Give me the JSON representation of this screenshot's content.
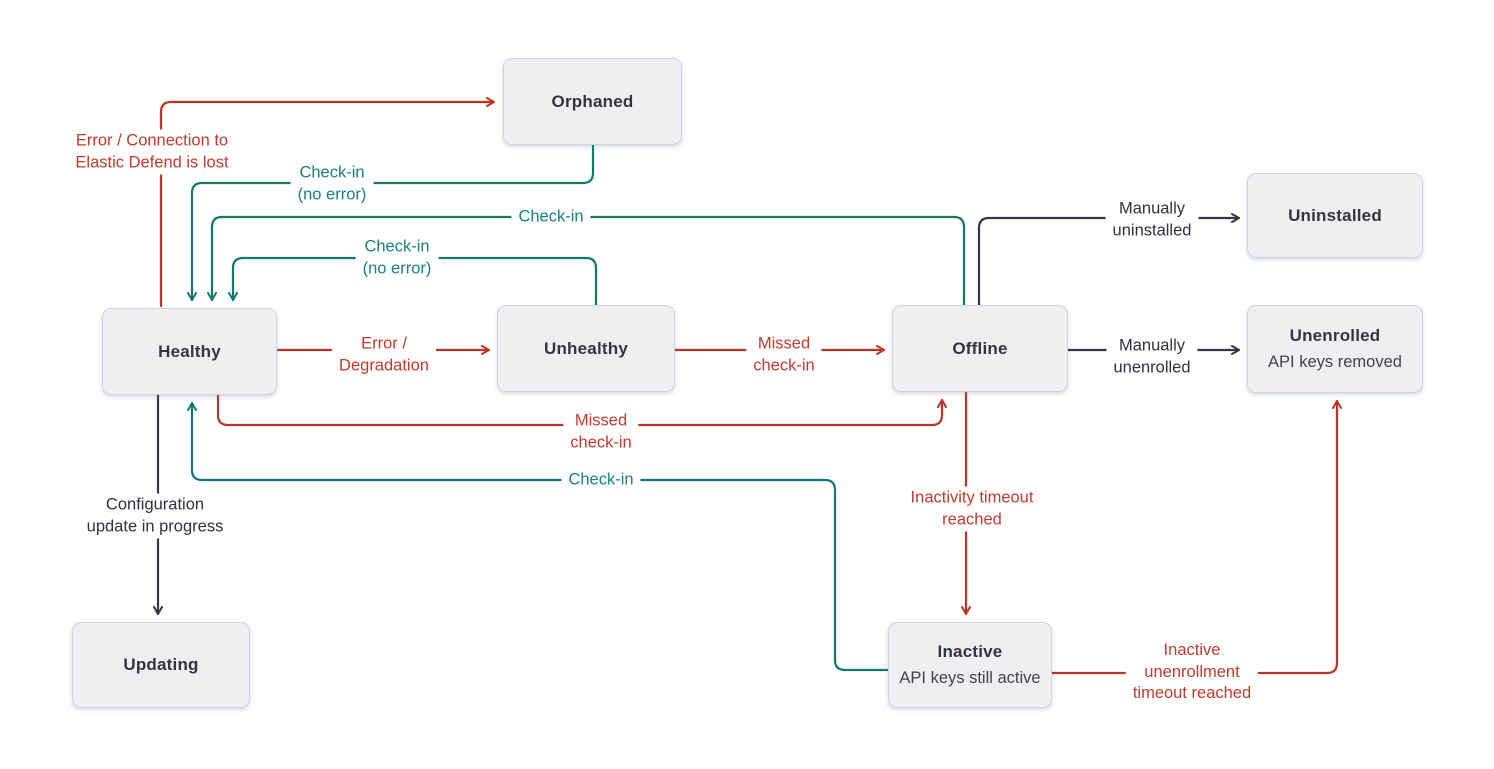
{
  "colors": {
    "red": "#bc3425",
    "teal": "#12796e",
    "dark": "#343741",
    "node_fill": "#efeff1",
    "node_border": "#ccd6e3"
  },
  "diagram": {
    "nodes": [
      {
        "id": "orphaned",
        "title": "Orphaned"
      },
      {
        "id": "uninstalled",
        "title": "Uninstalled"
      },
      {
        "id": "healthy",
        "title": "Healthy"
      },
      {
        "id": "unhealthy",
        "title": "Unhealthy"
      },
      {
        "id": "offline",
        "title": "Offline"
      },
      {
        "id": "unenrolled",
        "title": "Unenrolled",
        "subtitle": "API keys removed"
      },
      {
        "id": "updating",
        "title": "Updating"
      },
      {
        "id": "inactive",
        "title": "Inactive",
        "subtitle": "API keys still active"
      }
    ],
    "edges": [
      {
        "from": "healthy",
        "to": "orphaned",
        "color": "red",
        "lines": [
          "Error / Connection to",
          "Elastic Defend is lost"
        ]
      },
      {
        "from": "orphaned",
        "to": "healthy",
        "color": "teal",
        "lines": [
          "Check-in",
          "(no error)"
        ]
      },
      {
        "from": "offline",
        "to": "healthy",
        "color": "teal",
        "lines": [
          "Check-in"
        ]
      },
      {
        "from": "unhealthy",
        "to": "healthy",
        "color": "teal",
        "lines": [
          "Check-in",
          "(no error)"
        ]
      },
      {
        "from": "healthy",
        "to": "unhealthy",
        "color": "red",
        "lines": [
          "Error /",
          "Degradation"
        ]
      },
      {
        "from": "unhealthy",
        "to": "offline",
        "color": "red",
        "lines": [
          "Missed",
          "check-in"
        ]
      },
      {
        "from": "offline",
        "to": "unenrolled",
        "color": "dark",
        "lines": [
          "Manually",
          "unenrolled"
        ]
      },
      {
        "from": "offline",
        "to": "uninstalled",
        "color": "dark",
        "lines": [
          "Manually",
          "uninstalled"
        ]
      },
      {
        "from": "healthy",
        "to": "offline",
        "color": "red",
        "lines": [
          "Missed",
          "check-in"
        ]
      },
      {
        "from": "inactive",
        "to": "healthy",
        "color": "teal",
        "lines": [
          "Check-in"
        ]
      },
      {
        "from": "healthy",
        "to": "updating",
        "color": "dark",
        "lines": [
          "Configuration",
          "update in progress"
        ]
      },
      {
        "from": "offline",
        "to": "inactive",
        "color": "red",
        "lines": [
          "Inactivity timeout",
          "reached"
        ]
      },
      {
        "from": "inactive",
        "to": "unenrolled",
        "color": "red",
        "lines": [
          "Inactive",
          "unenrollment",
          "timeout reached"
        ]
      }
    ]
  }
}
